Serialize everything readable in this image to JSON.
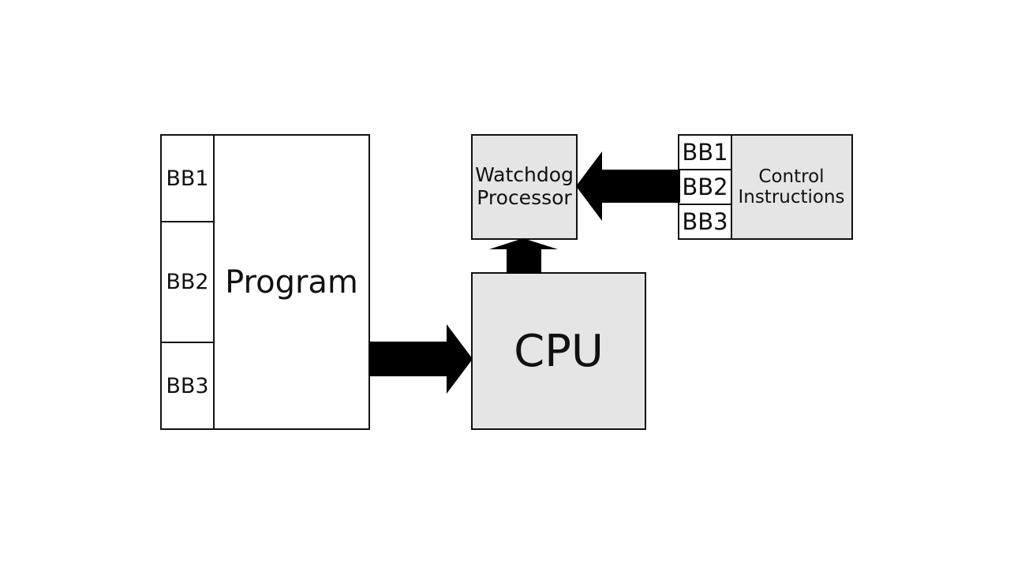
{
  "program": {
    "blocks": [
      "BB1",
      "BB2",
      "BB3"
    ],
    "label": "Program"
  },
  "cpu": {
    "label": "CPU"
  },
  "watchdog": {
    "label": "Watchdog\nProcessor"
  },
  "control": {
    "blocks": [
      "BB1",
      "BB2",
      "BB3"
    ],
    "label": "Control\nInstructions"
  },
  "colors": {
    "box_fill": "#e5e5e5",
    "stroke": "#111111",
    "arrow": "#000000"
  }
}
